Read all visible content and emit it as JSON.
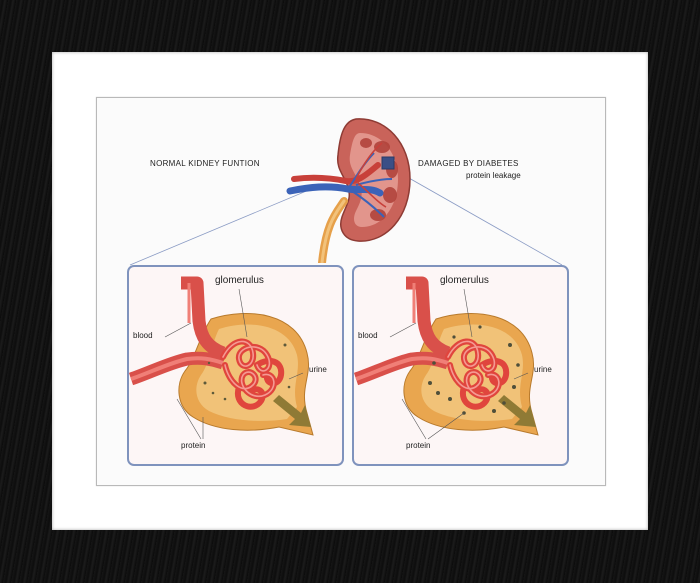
{
  "title_left": "NORMAL KIDNEY FUNTION",
  "title_right": "DAMAGED BY DIABETES",
  "subtitle_right": "protein leakage",
  "panels": [
    {
      "glomerulus": "glomerulus",
      "blood": "blood",
      "urine": "urine",
      "protein": "protein"
    },
    {
      "glomerulus": "glomerulus",
      "blood": "blood",
      "urine": "urine",
      "protein": "protein"
    }
  ],
  "colors": {
    "frame": "#0d0d0d",
    "mat": "#ffffff",
    "panel_border": "#7f93bd",
    "capsule": "#e9a64f",
    "vessel": "#e0564f",
    "kidney": "#c65a4e",
    "vein": "#3b63b8",
    "arrow": "#9d8a3a"
  }
}
